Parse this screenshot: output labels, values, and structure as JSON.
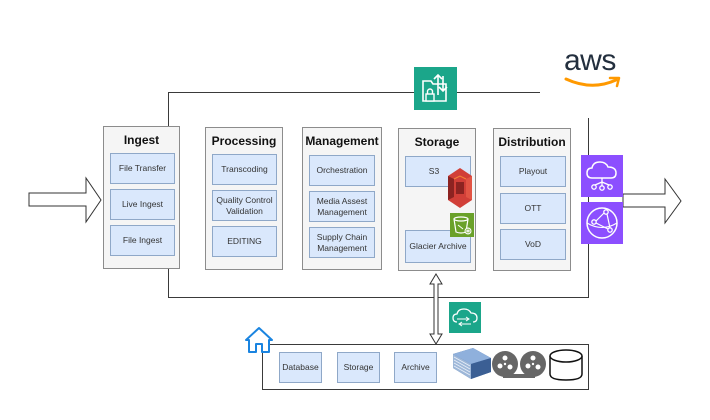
{
  "title": "AWS Media Supply Chain Architecture",
  "logo": {
    "text": "aws",
    "text_color": "#232f3e",
    "smile_color": "#ff9900"
  },
  "panels": [
    {
      "id": "ingest",
      "title": "Ingest",
      "items": [
        "File Transfer",
        "Live Ingest",
        "File Ingest"
      ]
    },
    {
      "id": "processing",
      "title": "Processing",
      "items": [
        "Transcoding",
        "Quality Control Validation",
        "EDITING"
      ]
    },
    {
      "id": "management",
      "title": "Management",
      "items": [
        "Orchestration",
        "Media Assest Management",
        "Supply Chain Management"
      ]
    },
    {
      "id": "storage",
      "title": "Storage",
      "items": [
        "S3",
        "Glacier Archive"
      ]
    },
    {
      "id": "distribution",
      "title": "Distribution",
      "items": [
        "Playout",
        "OTT",
        "VoD"
      ]
    }
  ],
  "onprem": {
    "items": [
      "Database",
      "Storage",
      "Archive"
    ]
  },
  "icons": {
    "transfer_family": "folder-lock-transfer-icon",
    "s3": "s3-bucket-icon",
    "glacier": "glacier-bucket-icon",
    "medialive_cloud": "cloud-distribution-icon",
    "cloudfront": "cloudfront-globe-icon",
    "datasync": "cloud-sync-icon",
    "home": "home-icon",
    "server": "server-rack-icon",
    "tape": "tape-reels-icon",
    "disk": "database-cylinder-icon"
  },
  "colors": {
    "teal": "#1ba68a",
    "purple": "#8c4fff",
    "s3_red": "#d13f38",
    "glacier_green": "#6aa12a",
    "home_blue": "#1a84e0",
    "panel_bg": "#f5f5f5",
    "item_bg": "#dae8fc"
  }
}
